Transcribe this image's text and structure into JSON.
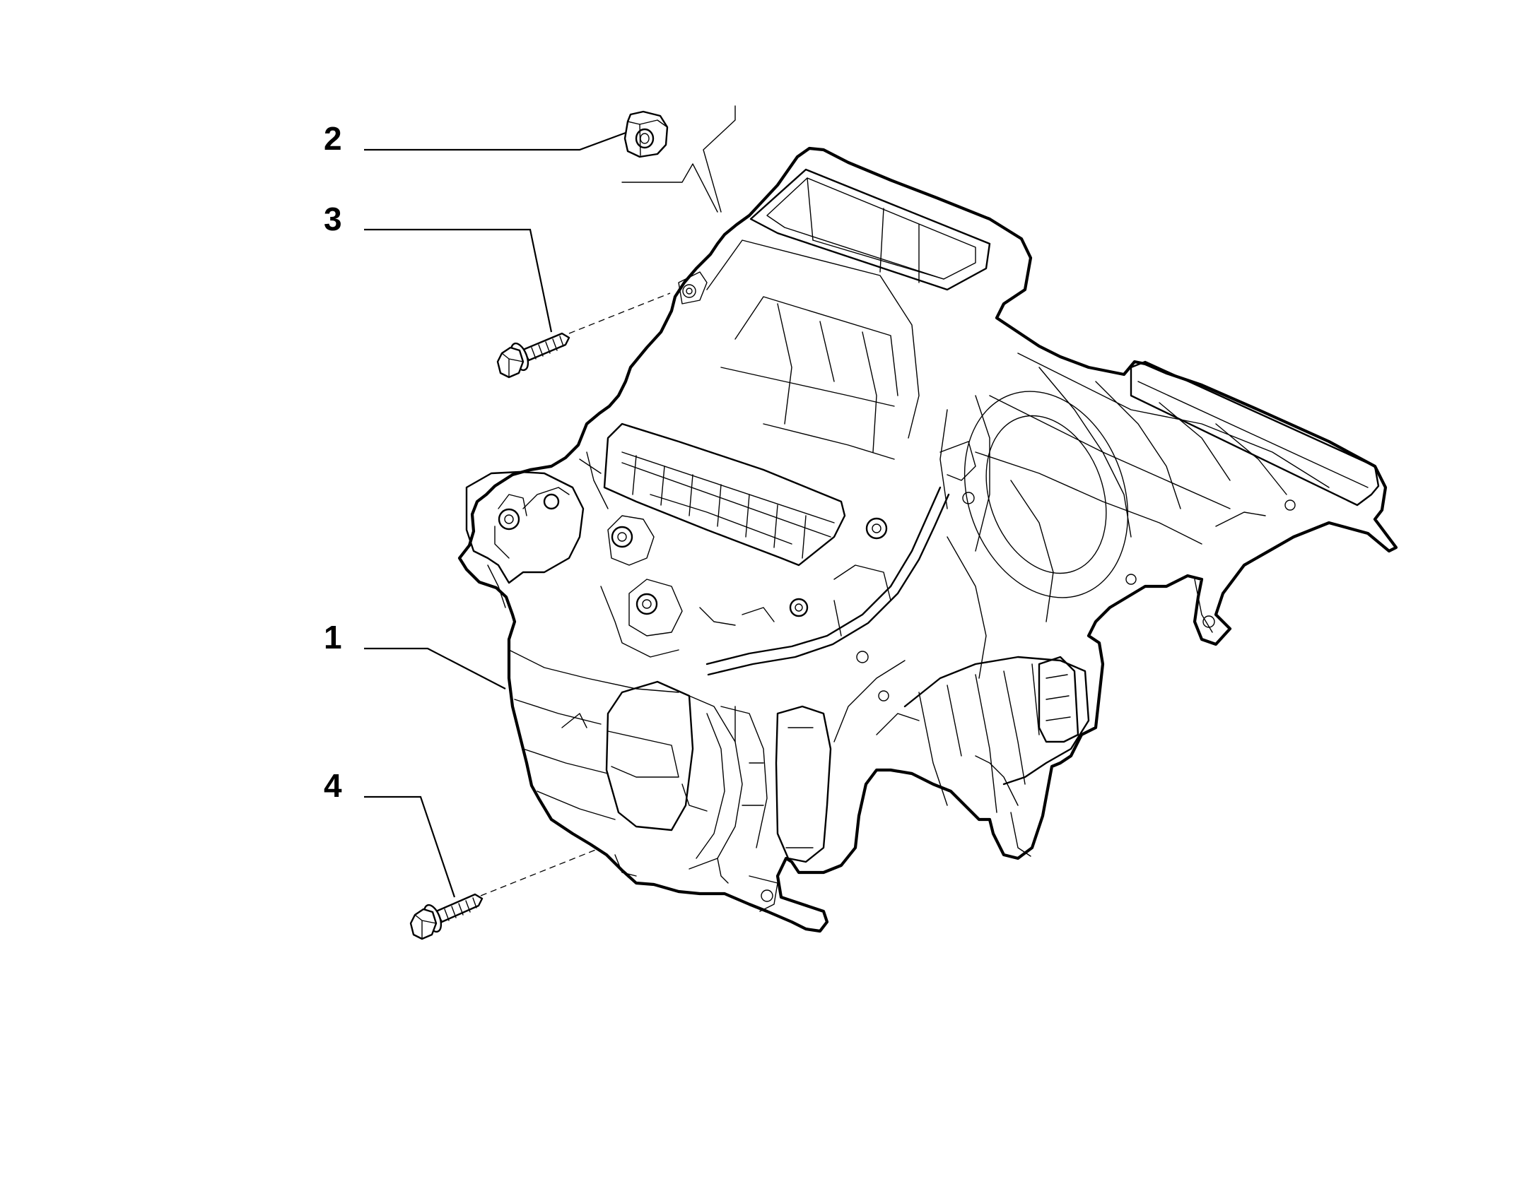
{
  "diagram": {
    "type": "exploded-parts-view",
    "subject": "heater-blower-housing-assembly",
    "line_color": "#000000",
    "background": "#ffffff"
  },
  "callouts": [
    {
      "id": "callout-1",
      "label": "1"
    },
    {
      "id": "callout-2",
      "label": "2"
    },
    {
      "id": "callout-3",
      "label": "3"
    },
    {
      "id": "callout-4",
      "label": "4"
    }
  ]
}
